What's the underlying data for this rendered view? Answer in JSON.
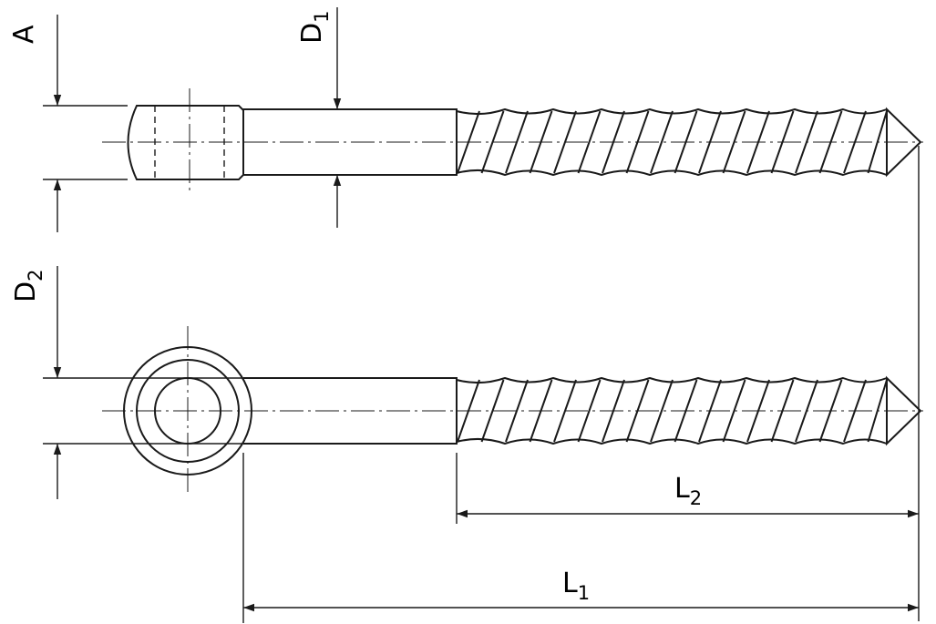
{
  "labels": {
    "a": "A",
    "d1": {
      "main": "D",
      "sub": "1"
    },
    "d2": {
      "main": "D",
      "sub": "2"
    },
    "l1": {
      "main": "L",
      "sub": "1"
    },
    "l2": {
      "main": "L",
      "sub": "2"
    }
  },
  "colors": {
    "line": "#1a1a1a",
    "background": "#ffffff"
  }
}
